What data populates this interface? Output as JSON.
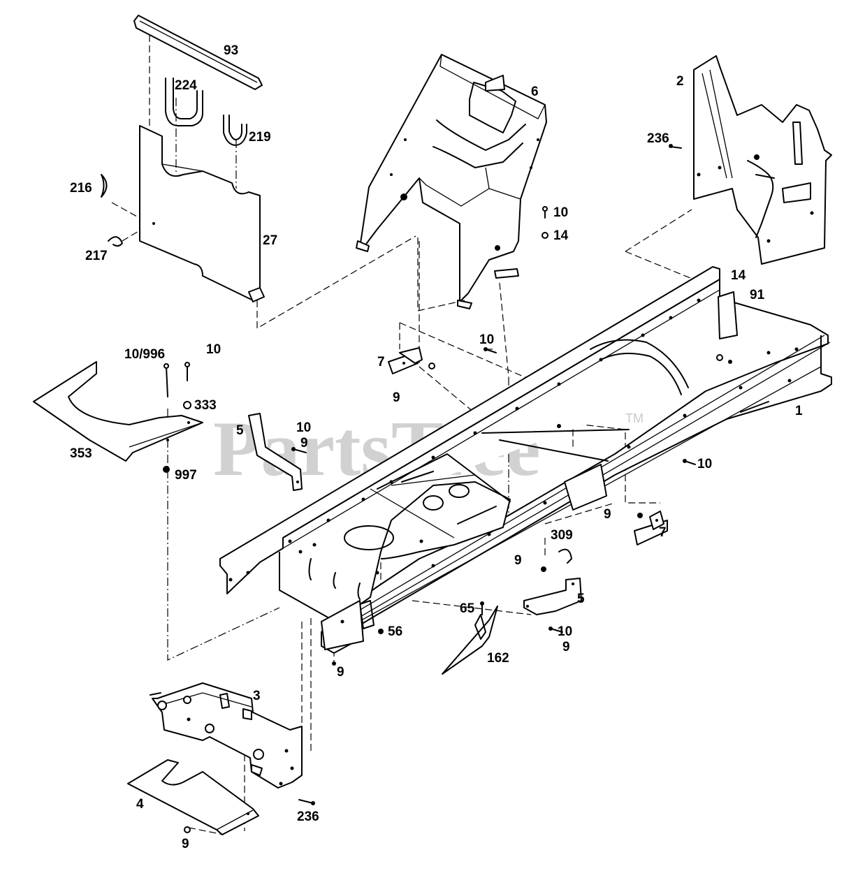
{
  "watermark": {
    "text": "PartsTree",
    "trademark": "TM"
  },
  "callouts": {
    "c93": "93",
    "c224": "224",
    "c219": "219",
    "c216": "216",
    "c217": "217",
    "c27": "27",
    "c6": "6",
    "c2": "2",
    "c236a": "236",
    "c10a": "10",
    "c14a": "14",
    "c14b": "14",
    "c91": "91",
    "c10b": "10",
    "c7a": "7",
    "c9a": "9",
    "c10_996": "10/996",
    "c10c": "10",
    "c333": "333",
    "c353": "353",
    "c997": "997",
    "c5a": "5",
    "c10d": "10",
    "c9b": "9",
    "c1": "1",
    "c10e": "10",
    "c9c": "9",
    "c7b": "7",
    "c309": "309",
    "c9d": "9",
    "c5b": "5",
    "c56": "56",
    "c65": "65",
    "c162": "162",
    "c10f": "10",
    "c9e": "9",
    "c9f": "9",
    "c3": "3",
    "c4": "4",
    "c236b": "236",
    "c9g": "9"
  }
}
